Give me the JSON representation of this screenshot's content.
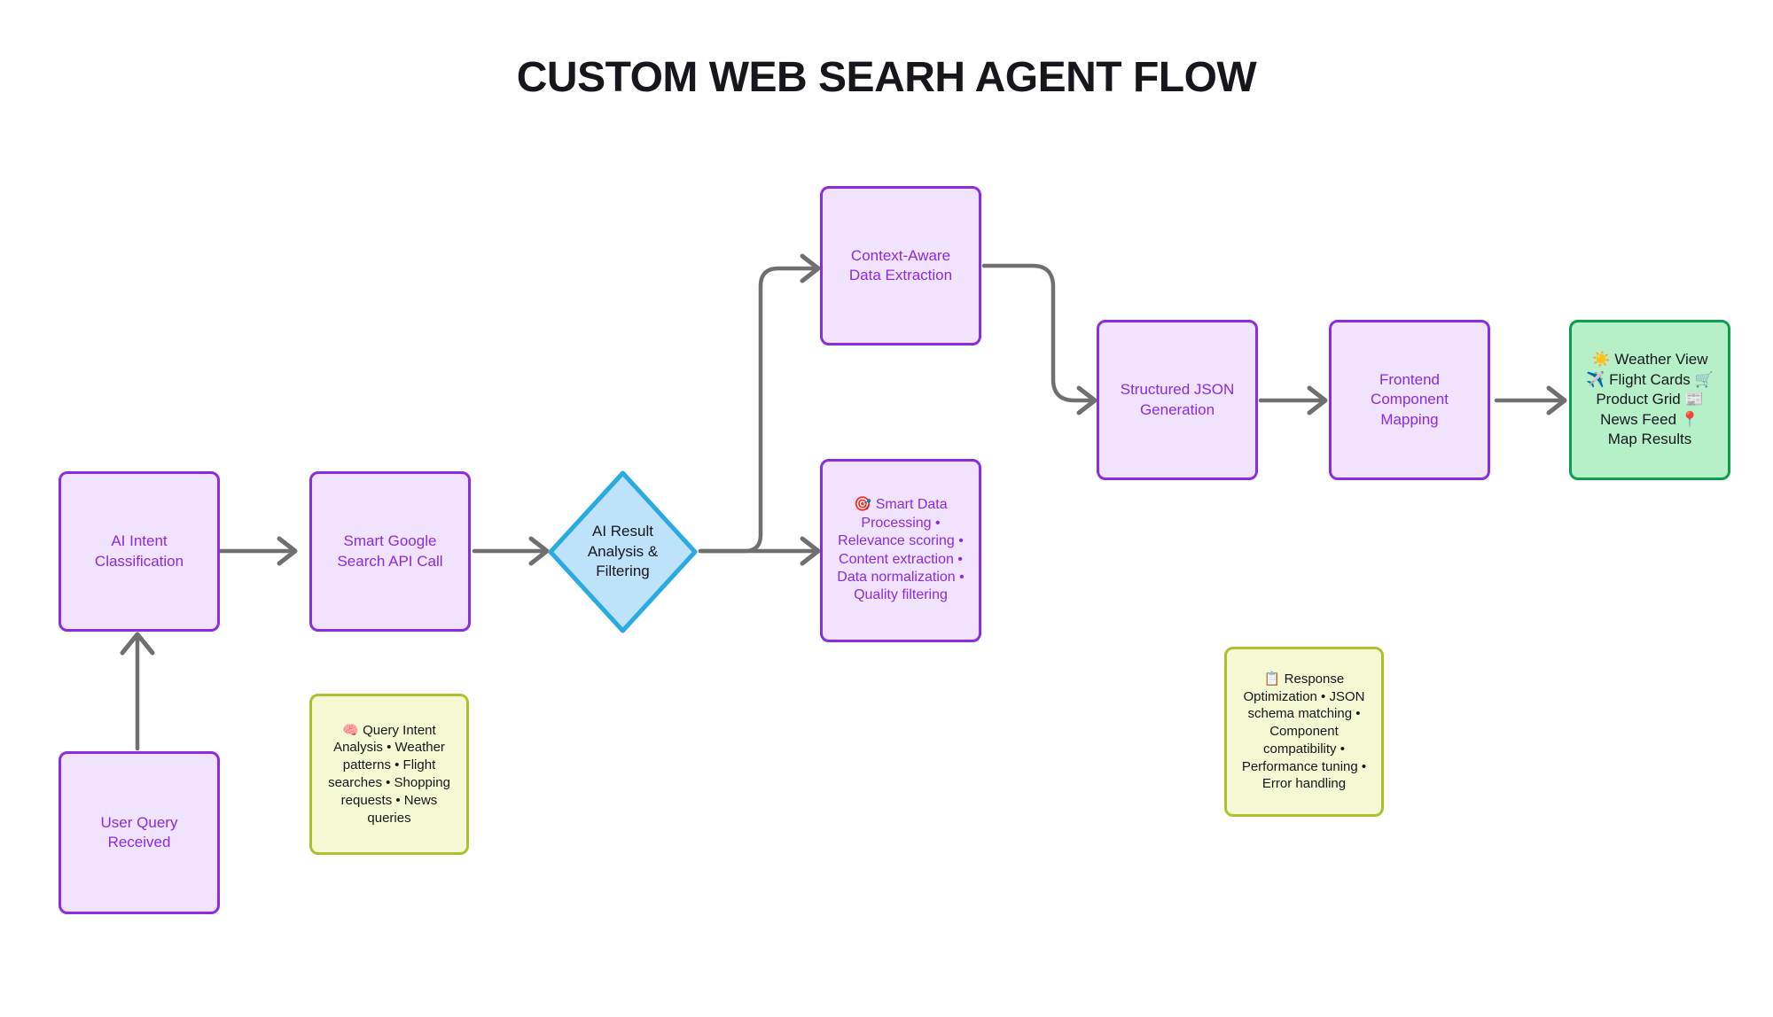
{
  "title": "CUSTOM WEB SEARH AGENT FLOW",
  "colors": {
    "node_border_purple": "#8b2be2",
    "node_fill_purple": "#f1e2fd",
    "node_text_purple": "#8a2be2",
    "note_border": "#aec02c",
    "note_fill": "#f4f9d4",
    "decision_border": "#29abe2",
    "decision_fill": "#bde2fa",
    "terminal_border": "#0a9e4e",
    "terminal_fill": "#b6f0c8",
    "edge": "#6f6f6f",
    "title_text": "#16161d",
    "background": "#ffffff"
  },
  "nodes": {
    "user_query": {
      "label": "User Query\nReceived",
      "type": "process"
    },
    "ai_intent": {
      "label": "AI Intent\nClassification",
      "type": "process"
    },
    "query_intent_note": {
      "label": "🧠 Query Intent Analysis • Weather patterns • Flight searches • Shopping requests • News queries",
      "type": "note",
      "icon": "brain-icon"
    },
    "google_search": {
      "label": "Smart Google\nSearch API Call",
      "type": "process"
    },
    "ai_result": {
      "label": "AI Result\nAnalysis &\nFiltering",
      "type": "decision"
    },
    "context_aware": {
      "label": "Context-Aware\nData Extraction",
      "type": "process"
    },
    "smart_data": {
      "label": "🎯 Smart Data Processing • Relevance scoring • Content extraction • Data normalization • Quality filtering",
      "type": "process",
      "icon": "target-icon"
    },
    "structured_json": {
      "label": "Structured JSON\nGeneration",
      "type": "process"
    },
    "frontend_mapping": {
      "label": "Frontend\nComponent\nMapping",
      "type": "process"
    },
    "response_note": {
      "label": "📋 Response Optimization • JSON schema matching • Component compatibility • Performance tuning • Error handling",
      "type": "note",
      "icon": "clipboard-icon"
    },
    "results": {
      "label": "☀️ Weather View\n✈️ Flight Cards 🛒\nProduct Grid 📰\nNews Feed 📍\nMap Results",
      "type": "terminal",
      "icons": [
        "sun-icon",
        "airplane-icon",
        "shopping-cart-icon",
        "newspaper-icon",
        "map-pin-icon"
      ]
    }
  },
  "edges": [
    {
      "name": "user-query-to-ai-intent",
      "from": "user_query",
      "to": "ai_intent",
      "direction": "up"
    },
    {
      "name": "ai-intent-to-google-search",
      "from": "ai_intent",
      "to": "google_search",
      "direction": "right"
    },
    {
      "name": "google-search-to-ai-result",
      "from": "google_search",
      "to": "ai_result",
      "direction": "right"
    },
    {
      "name": "ai-result-to-context-aware",
      "from": "ai_result",
      "to": "context_aware",
      "direction": "right-up"
    },
    {
      "name": "ai-result-to-smart-data",
      "from": "ai_result",
      "to": "smart_data",
      "direction": "right"
    },
    {
      "name": "context-aware-to-structured-json",
      "from": "context_aware",
      "to": "structured_json",
      "direction": "right-down"
    },
    {
      "name": "structured-json-to-frontend",
      "from": "structured_json",
      "to": "frontend_mapping",
      "direction": "right"
    },
    {
      "name": "frontend-to-results",
      "from": "frontend_mapping",
      "to": "results",
      "direction": "right"
    }
  ]
}
